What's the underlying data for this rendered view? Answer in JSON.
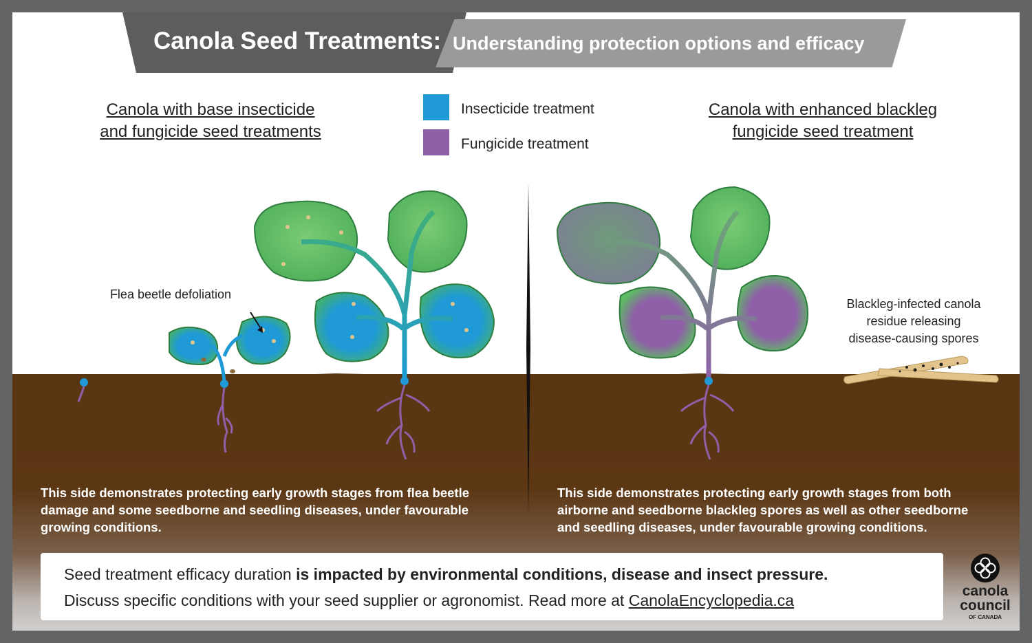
{
  "title": {
    "main": "Canola Seed Treatments:",
    "subtitle": "Understanding protection options and efficacy"
  },
  "left_heading": {
    "line1": "Canola with base insecticide",
    "line2": "and fungicide seed treatments"
  },
  "right_heading": {
    "line1": "Canola with enhanced blackleg",
    "line2": "fungicide seed treatment"
  },
  "legend": [
    {
      "label": "Insecticide treatment",
      "color": "#1f9ad6"
    },
    {
      "label": "Fungicide treatment",
      "color": "#8f5fa8"
    }
  ],
  "annotations": {
    "flea_beetle": "Flea beetle defoliation",
    "blackleg_line1": "Blackleg-infected canola",
    "blackleg_line2": "residue releasing",
    "blackleg_line3": "disease-causing spores"
  },
  "left_description": {
    "line1": "This side demonstrates protecting early growth stages from flea beetle",
    "line2": "damage and some seedborne and seedling diseases, under favourable",
    "line3": "growing conditions."
  },
  "right_description": {
    "line1": "This side demonstrates protecting early growth stages from both",
    "line2": "airborne and seedborne blackleg spores as well as other seedborne",
    "line3": "and seedling diseases, under favourable growing conditions."
  },
  "note": {
    "line1_regular": "Seed treatment efficacy duration ",
    "line1_bold": "is impacted by environmental conditions, disease and insect pressure.",
    "line2_regular": "Discuss specific conditions with your seed supplier or agronomist. Read more at ",
    "line2_link": "CanolaEncyclopedia.ca"
  },
  "logo": {
    "line1": "canola",
    "line2": "council",
    "line3": "OF CANADA",
    "icon": "canola-flower-logo-icon"
  },
  "colors": {
    "frame": "#636466",
    "soil": "#5a3512",
    "leaf_green": "#5dbb63",
    "insecticide_blue": "#1f9ad6",
    "fungicide_purple": "#8f5fa8"
  }
}
